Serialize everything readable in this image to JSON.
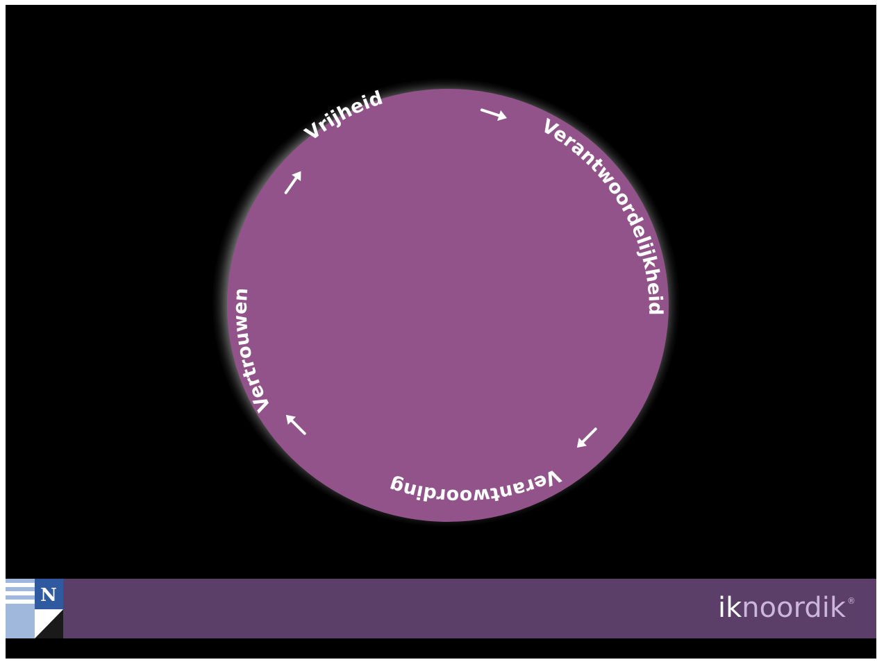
{
  "diagram": {
    "type": "cycle",
    "circle_color": "#915389",
    "glow_color": "#d8d8d8",
    "text_color": "#ffffff",
    "labels": {
      "vrijheid": "Vrijheid",
      "verantwoordelijkheid": "Verantwoordelijkheid",
      "verantwoording": "Verantwoording",
      "vertrouwen": "Vertrouwen"
    },
    "order": [
      "Vrijheid",
      "Verantwoordelijkheid",
      "Verantwoording",
      "Vertrouwen"
    ]
  },
  "footer": {
    "bar_color": "#5b3f68",
    "logo_letter": "N",
    "brand": {
      "ik": "ik",
      "noordik": "noordik",
      "reg": "®"
    }
  }
}
